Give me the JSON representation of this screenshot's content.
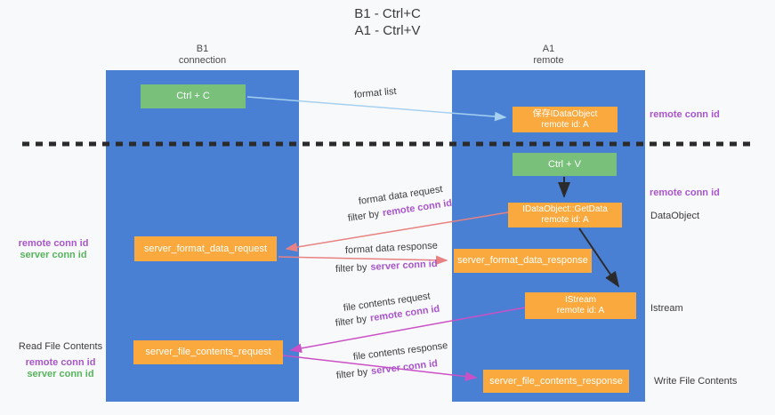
{
  "title": {
    "line1": "B1 - Ctrl+C",
    "line2": "A1 - Ctrl+V"
  },
  "columns": {
    "left": {
      "name": "B1",
      "subtitle": "connection"
    },
    "right": {
      "name": "A1",
      "subtitle": "remote"
    }
  },
  "nodes": {
    "ctrl_c": {
      "label": "Ctrl + C"
    },
    "save_dataobject": {
      "line1": "保存IDataObject",
      "line2": "remote id: A"
    },
    "ctrl_v": {
      "label": "Ctrl + V"
    },
    "getdata": {
      "line1": "IDataObject::GetData",
      "line2": "remote id: A"
    },
    "format_request": {
      "label": "server_format_data_request"
    },
    "format_response": {
      "label": "server_format_data_response"
    },
    "istream": {
      "line1": "IStream",
      "line2": "remote id: A"
    },
    "file_request": {
      "label": "server_file_contents_request"
    },
    "file_response": {
      "label": "server_file_contents_response"
    }
  },
  "side_labels": {
    "remote_conn_id_top": "remote conn id",
    "remote_conn_id_mid": "remote conn id",
    "dataobject": "DataObject",
    "istream": "Istream",
    "write_file_contents": "Write File Contents",
    "read_file_contents": "Read File Contents",
    "left_remote_conn_id": "remote conn id",
    "left_server_conn_id": "server conn id",
    "bottom_remote_conn_id": "remote conn id",
    "bottom_server_conn_id": "server conn id"
  },
  "flow_labels": {
    "format_list": "format list",
    "format_data_request": "format data request",
    "format_data_response": "format data response",
    "file_contents_request": "file contents request",
    "file_contents_response": "file contents response",
    "filter_by": "filter by",
    "remote_conn_id": "remote conn id",
    "server_conn_id": "server conn id"
  },
  "colors": {
    "column_blue": "#4a80d4",
    "box_green": "#79c07b",
    "box_orange": "#f9a93d",
    "arrow_salmon": "#e88181",
    "arrow_magenta": "#cb50c5",
    "arrow_lightblue": "#a5d0f0",
    "arrow_black": "#2b2b2b",
    "text_purple": "#a955cb",
    "text_green": "#56b45a"
  }
}
